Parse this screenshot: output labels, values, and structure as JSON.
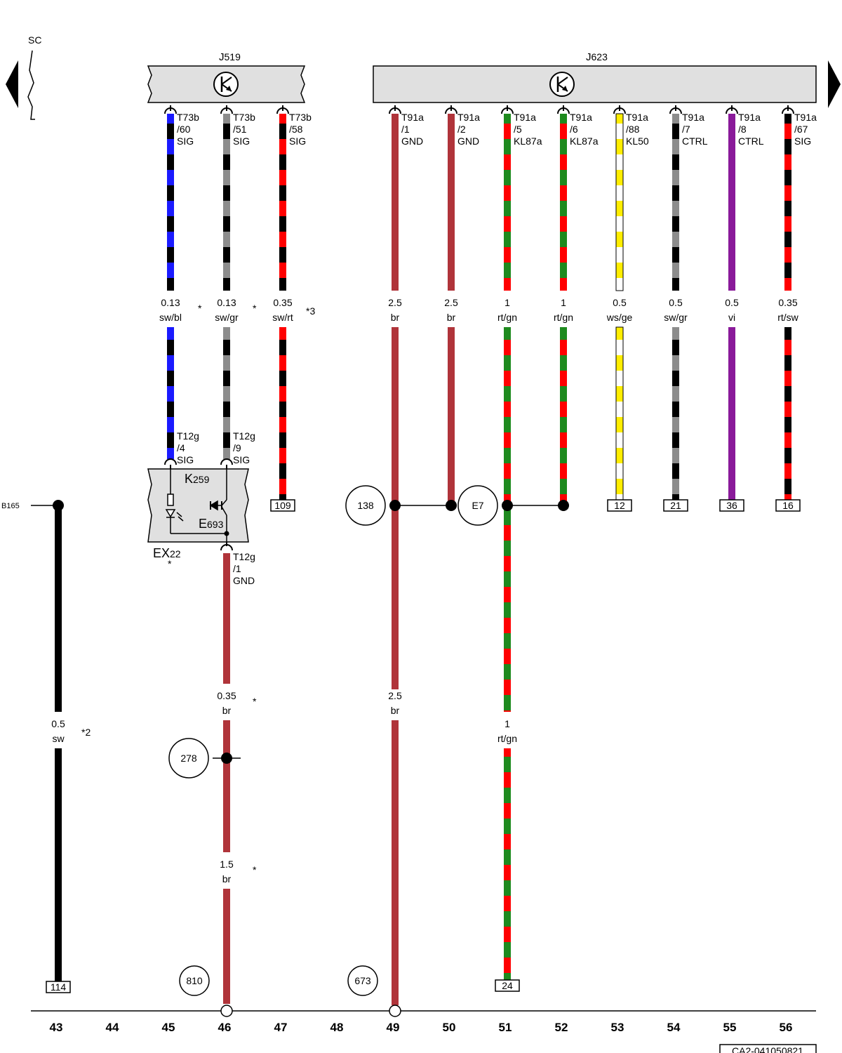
{
  "header": {
    "section_label": "SC",
    "modules": [
      {
        "name": "J",
        "sub": "519"
      },
      {
        "name": "J",
        "sub": "623"
      }
    ]
  },
  "wires": [
    {
      "pin": [
        "T73b",
        "/60",
        "SIG"
      ],
      "size": "0.13",
      "color": "sw/bl",
      "note": "*",
      "stripe": [
        "#000000",
        "#1a1aff"
      ]
    },
    {
      "pin": [
        "T73b",
        "/51",
        "SIG"
      ],
      "size": "0.13",
      "color": "sw/gr",
      "note": "*",
      "stripe": [
        "#000000",
        "#8c8c8c"
      ]
    },
    {
      "pin": [
        "T73b",
        "/58",
        "SIG"
      ],
      "size": "0.35",
      "color": "sw/rt",
      "note": "*3",
      "stripe": [
        "#000000",
        "#ff0000"
      ],
      "end_box": "109"
    },
    {
      "pin": [
        "T91a",
        "/1",
        "GND"
      ],
      "size": "2.5",
      "color": "br",
      "note": "",
      "stripe": [
        "#b0343a",
        "#b0343a"
      ]
    },
    {
      "pin": [
        "T91a",
        "/2",
        "GND"
      ],
      "size": "2.5",
      "color": "br",
      "note": "",
      "stripe": [
        "#b0343a",
        "#b0343a"
      ]
    },
    {
      "pin": [
        "T91a",
        "/5",
        "KL87a"
      ],
      "size": "1",
      "color": "rt/gn",
      "note": "",
      "stripe": [
        "#ff0000",
        "#1e8a1e"
      ]
    },
    {
      "pin": [
        "T91a",
        "/6",
        "KL87a"
      ],
      "size": "1",
      "color": "rt/gn",
      "note": "",
      "stripe": [
        "#ff0000",
        "#1e8a1e"
      ]
    },
    {
      "pin": [
        "T91a",
        "/88",
        "KL50"
      ],
      "size": "0.5",
      "color": "ws/ge",
      "note": "",
      "stripe": [
        "#ffffff",
        "#ffee00"
      ],
      "end_box": "12"
    },
    {
      "pin": [
        "T91a",
        "/7",
        "CTRL"
      ],
      "size": "0.5",
      "color": "sw/gr",
      "note": "",
      "stripe": [
        "#000000",
        "#8c8c8c"
      ],
      "end_box": "21"
    },
    {
      "pin": [
        "T91a",
        "/8",
        "CTRL"
      ],
      "size": "0.5",
      "color": "vi",
      "note": "",
      "stripe": [
        "#8a1a9a",
        "#8a1a9a"
      ],
      "end_box": "36"
    },
    {
      "pin": [
        "T91a",
        "/67",
        "SIG"
      ],
      "size": "0.35",
      "color": "rt/sw",
      "note": "",
      "stripe": [
        "#ff0000",
        "#000000"
      ],
      "end_box": "16"
    }
  ],
  "component": {
    "k_name": "K",
    "k_sub": "259",
    "e_name": "E",
    "e_sub": "693",
    "ex_name": "EX",
    "ex_sub": "22",
    "ex_note": "*",
    "pins_top": [
      [
        "T12g",
        "/4",
        "SIG"
      ],
      [
        "T12g",
        "/9",
        "SIG"
      ]
    ],
    "pin_bottom": [
      "T12g",
      "/1",
      "GND"
    ]
  },
  "lower_wires": {
    "col46": [
      {
        "size": "0.35",
        "color": "br",
        "note": "*"
      },
      {
        "size": "1.5",
        "color": "br",
        "note": "*"
      }
    ],
    "col49": {
      "size": "2.5",
      "color": "br"
    },
    "col51": {
      "size": "1",
      "color": "rt/gn"
    },
    "col43": {
      "size": "0.5",
      "color": "sw",
      "note": "*2"
    }
  },
  "references": {
    "b_label": "B165",
    "circle_138": "138",
    "circle_e7": "E7",
    "circle_278": "278",
    "circle_810": "810",
    "circle_673": "673",
    "box_114": "114",
    "box_24": "24"
  },
  "footer": {
    "columns": [
      "43",
      "44",
      "45",
      "46",
      "47",
      "48",
      "49",
      "50",
      "51",
      "52",
      "53",
      "54",
      "55",
      "56"
    ],
    "doc_id": "CA2-041050821"
  },
  "colors": {
    "brown": "#b0343a",
    "module_fill": "#e0e0e0",
    "line": "#000000"
  }
}
